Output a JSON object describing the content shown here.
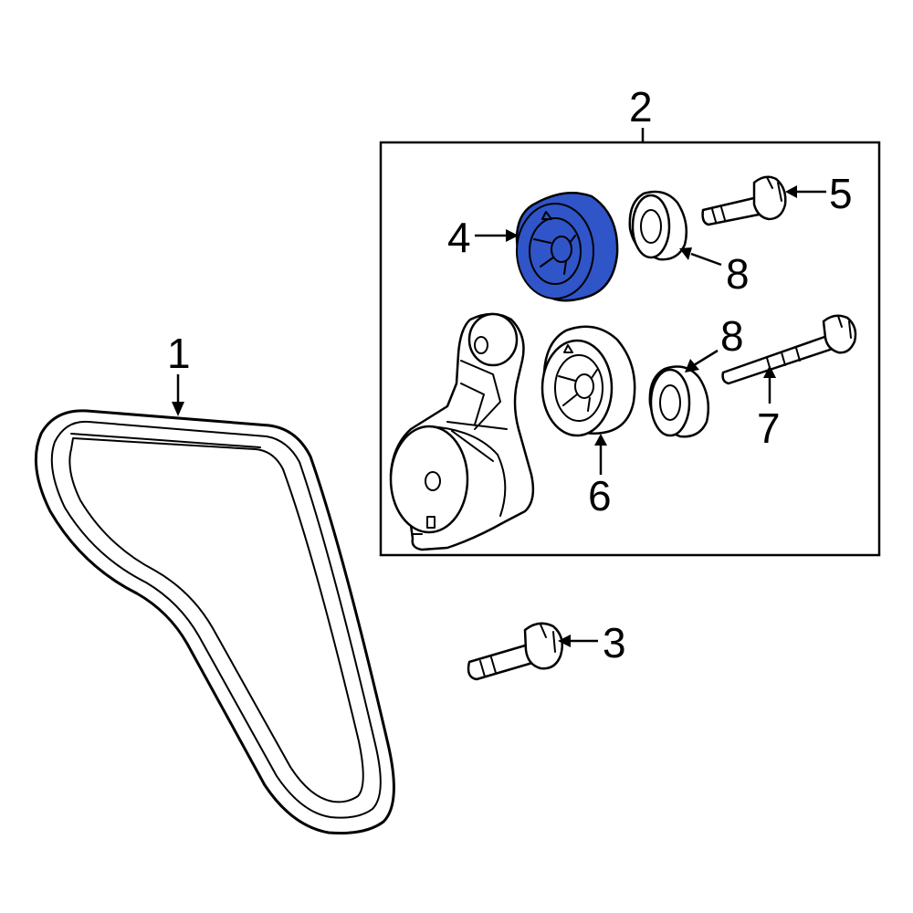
{
  "colors": {
    "highlight": "#2f55c8",
    "line": "#000000",
    "background": "#ffffff"
  },
  "callouts": {
    "belt": "1",
    "tensioner_assembly": "2",
    "tensioner_bolt": "3",
    "idler_pulley": "4",
    "pulley_bolt": "5",
    "tensioner_pulley": "6",
    "long_bolt": "7",
    "dust_cap_upper": "8",
    "dust_cap_lower": "8"
  }
}
